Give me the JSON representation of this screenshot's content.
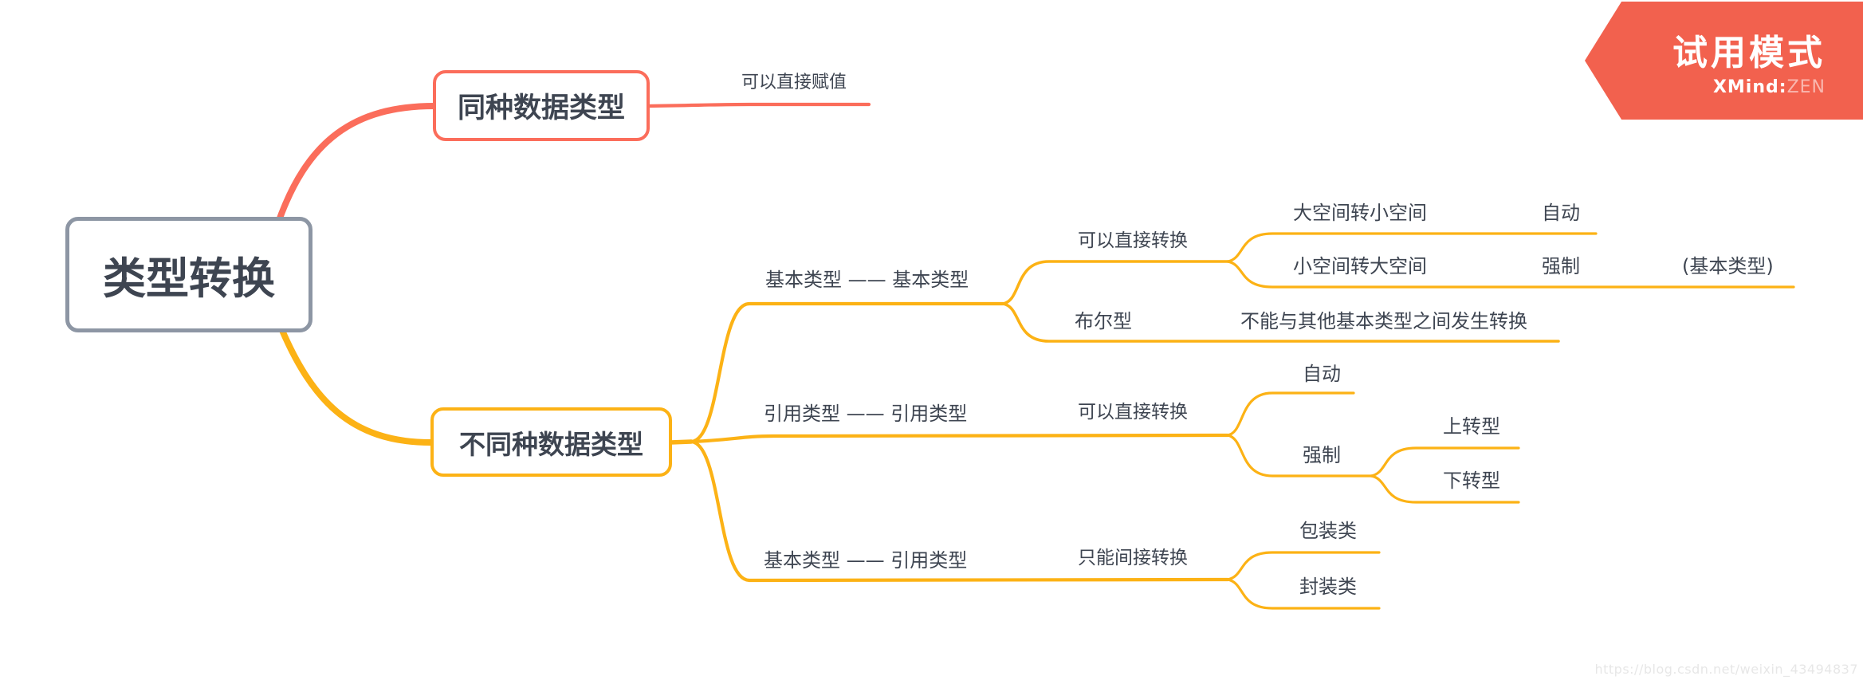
{
  "badge": {
    "title": "试用模式",
    "brand": "XMind",
    "colon": ":",
    "suffix": "ZEN"
  },
  "watermark": "https://blog.csdn.net/weixin_43494837",
  "colors": {
    "branch_red": "#FB6D5B",
    "branch_yellow": "#FCB215",
    "root_border_gray": "#8D96A4",
    "text": "#3E4551",
    "badge_background": "#F2614E",
    "watermark_gray": "#E7E7E7"
  },
  "nodes": {
    "root": "类型转换",
    "same_type": "同种数据类型",
    "direct_assign": "可以直接赋值",
    "diff_type": "不同种数据类型",
    "basic_basic": "基本类型 —— 基本类型",
    "can_direct_1": "可以直接转换",
    "big_to_small": "大空间转小空间",
    "auto_1": "自动",
    "small_to_big": "小空间转大空间",
    "force_1": "强制",
    "basic_note": "(基本类型)",
    "bool_type": "布尔型",
    "bool_note": "不能与其他基本类型之间发生转换",
    "ref_ref": "引用类型 —— 引用类型",
    "can_direct_2": "可以直接转换",
    "auto_2": "自动",
    "force_2": "强制",
    "upcast": "上转型",
    "downcast": "下转型",
    "basic_ref": "基本类型 —— 引用类型",
    "indirect": "只能间接转换",
    "wrapper": "包装类",
    "encap": "封装类"
  }
}
